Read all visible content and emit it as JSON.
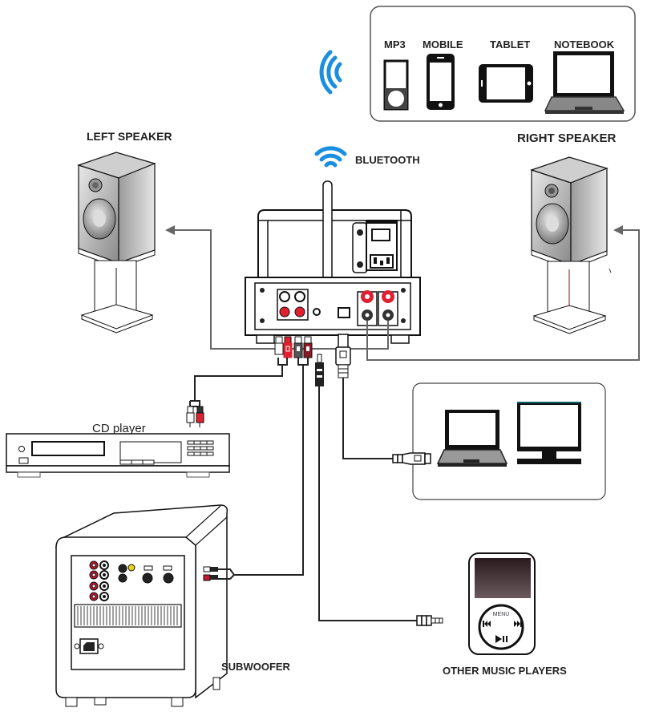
{
  "title": "Amplifier connection diagram",
  "colors": {
    "bluetooth_blue": "#1a8fe0",
    "rca_red": "#e02030",
    "cable_gray": "#666666",
    "cable_dark": "#222222"
  },
  "devices_panel": {
    "items": [
      {
        "label": "MP3",
        "icon": "mp3-player-icon"
      },
      {
        "label": "MOBILE",
        "icon": "mobile-phone-icon"
      },
      {
        "label": "TABLET",
        "icon": "tablet-icon"
      },
      {
        "label": "NOTEBOOK",
        "icon": "notebook-icon"
      }
    ],
    "wireless_icon": "wireless-signal-icon"
  },
  "bluetooth": {
    "label": "BLUETOOTH",
    "icon": "bluetooth-wifi-icon"
  },
  "left_speaker": {
    "label": "LEFT SPEAKER"
  },
  "right_speaker": {
    "label": "RIGHT SPEAKER"
  },
  "cd_player": {
    "label": "CD player"
  },
  "computer_panel": {
    "items": [
      "laptop-icon",
      "monitor-icon"
    ],
    "connector": "usb-cable"
  },
  "subwoofer": {
    "label": "SUBWOOFER"
  },
  "other_players": {
    "label": "OTHER MUSIC PLAYERS",
    "menu_label": "MENU"
  }
}
